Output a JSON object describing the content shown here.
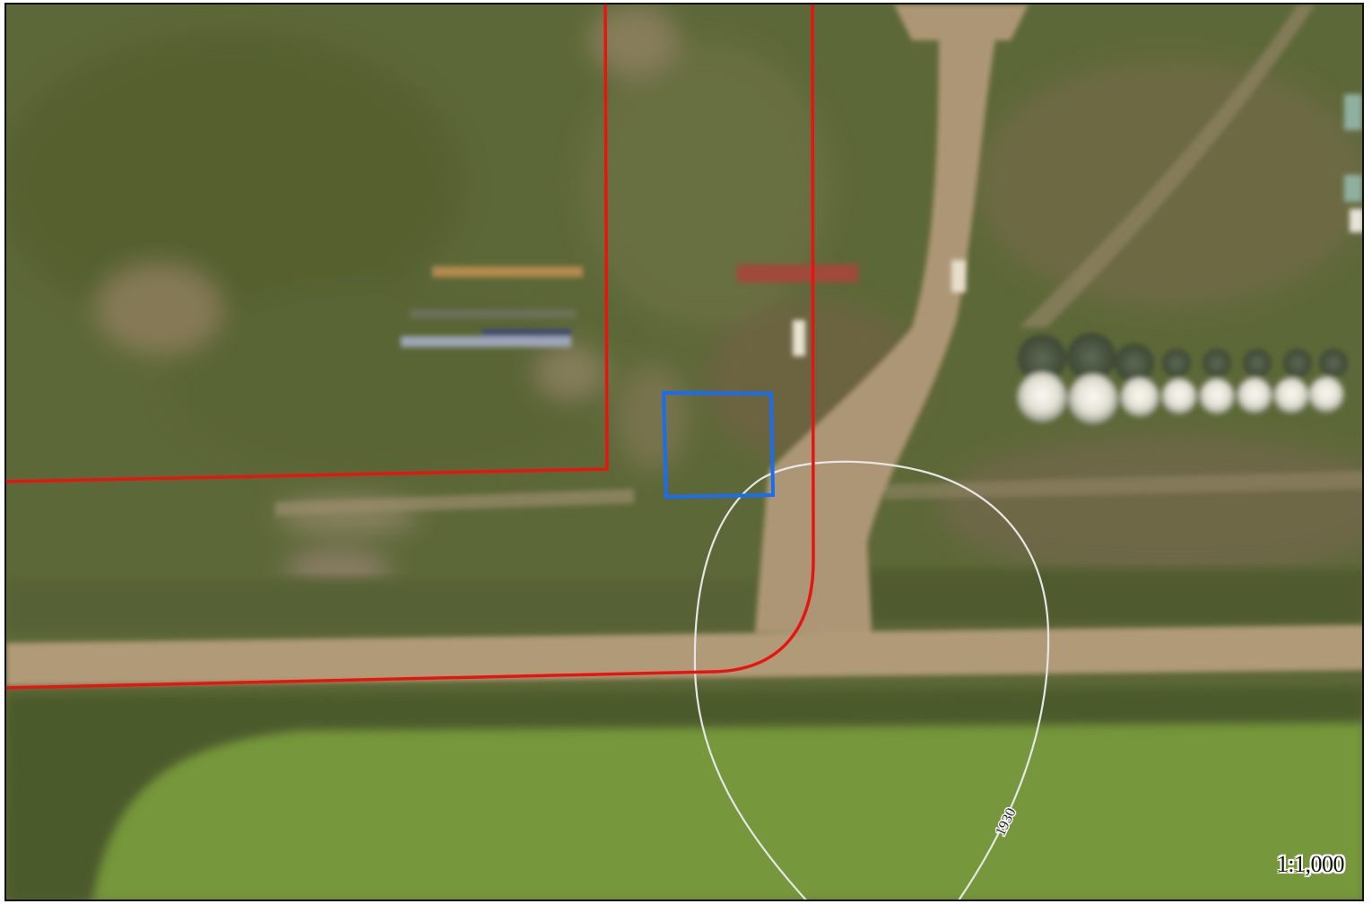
{
  "map": {
    "scale_label": "1:1,000",
    "contour": {
      "elevation_label": "1930",
      "color": "#e6e6e6"
    },
    "boundary_color": "#e8140f",
    "site_box_color": "#1a6cf0",
    "imagery": {
      "grass_dark": "#5b6638",
      "grass_light": "#7c9a34",
      "road": "#b39c79",
      "bins": "#e8e6df"
    },
    "icons": [
      "contour-line",
      "parcel-boundary",
      "site-box",
      "grain-bins"
    ]
  }
}
